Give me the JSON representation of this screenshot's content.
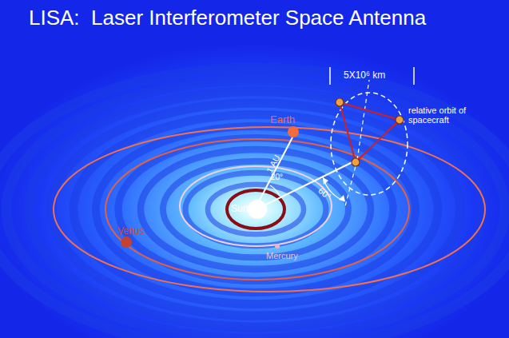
{
  "diagram": {
    "title": "LISA:  Laser Interferometer Space Antenna",
    "labels": [
      "Earth",
      "1 AU",
      "20°",
      "60°",
      "Sun",
      "Venus",
      "Mercury",
      "5X10⁶ km",
      "relative orbit of spacecraft"
    ]
  }
}
